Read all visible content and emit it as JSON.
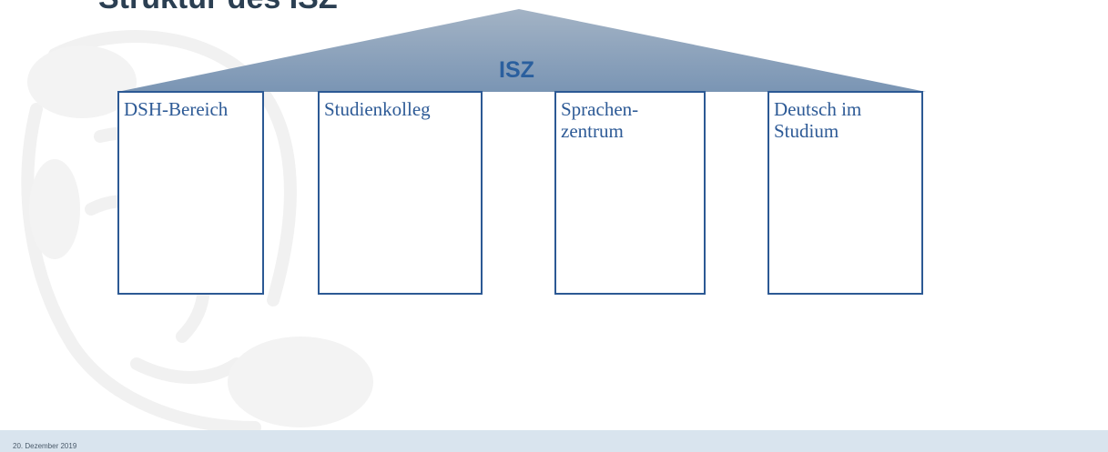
{
  "slide": {
    "title": "Struktur des ISZ"
  },
  "diagram": {
    "roof_label": "ISZ",
    "pillars": [
      {
        "label": "DSH-Bereich"
      },
      {
        "label": "Studienkolleg"
      },
      {
        "label": "Sprachen-\nzentrum"
      },
      {
        "label": "Deutsch im\nStudium"
      }
    ]
  },
  "footer": {
    "date": "20. Dezember 2019"
  },
  "colors": {
    "roof_top": "#9aabbf",
    "roof_bottom": "#7b95b3",
    "pillar_border": "#2c5994",
    "pillar_text": "#2d5a96",
    "roof_text": "#2a5f9e",
    "footer_band": "#d9e4ee"
  }
}
